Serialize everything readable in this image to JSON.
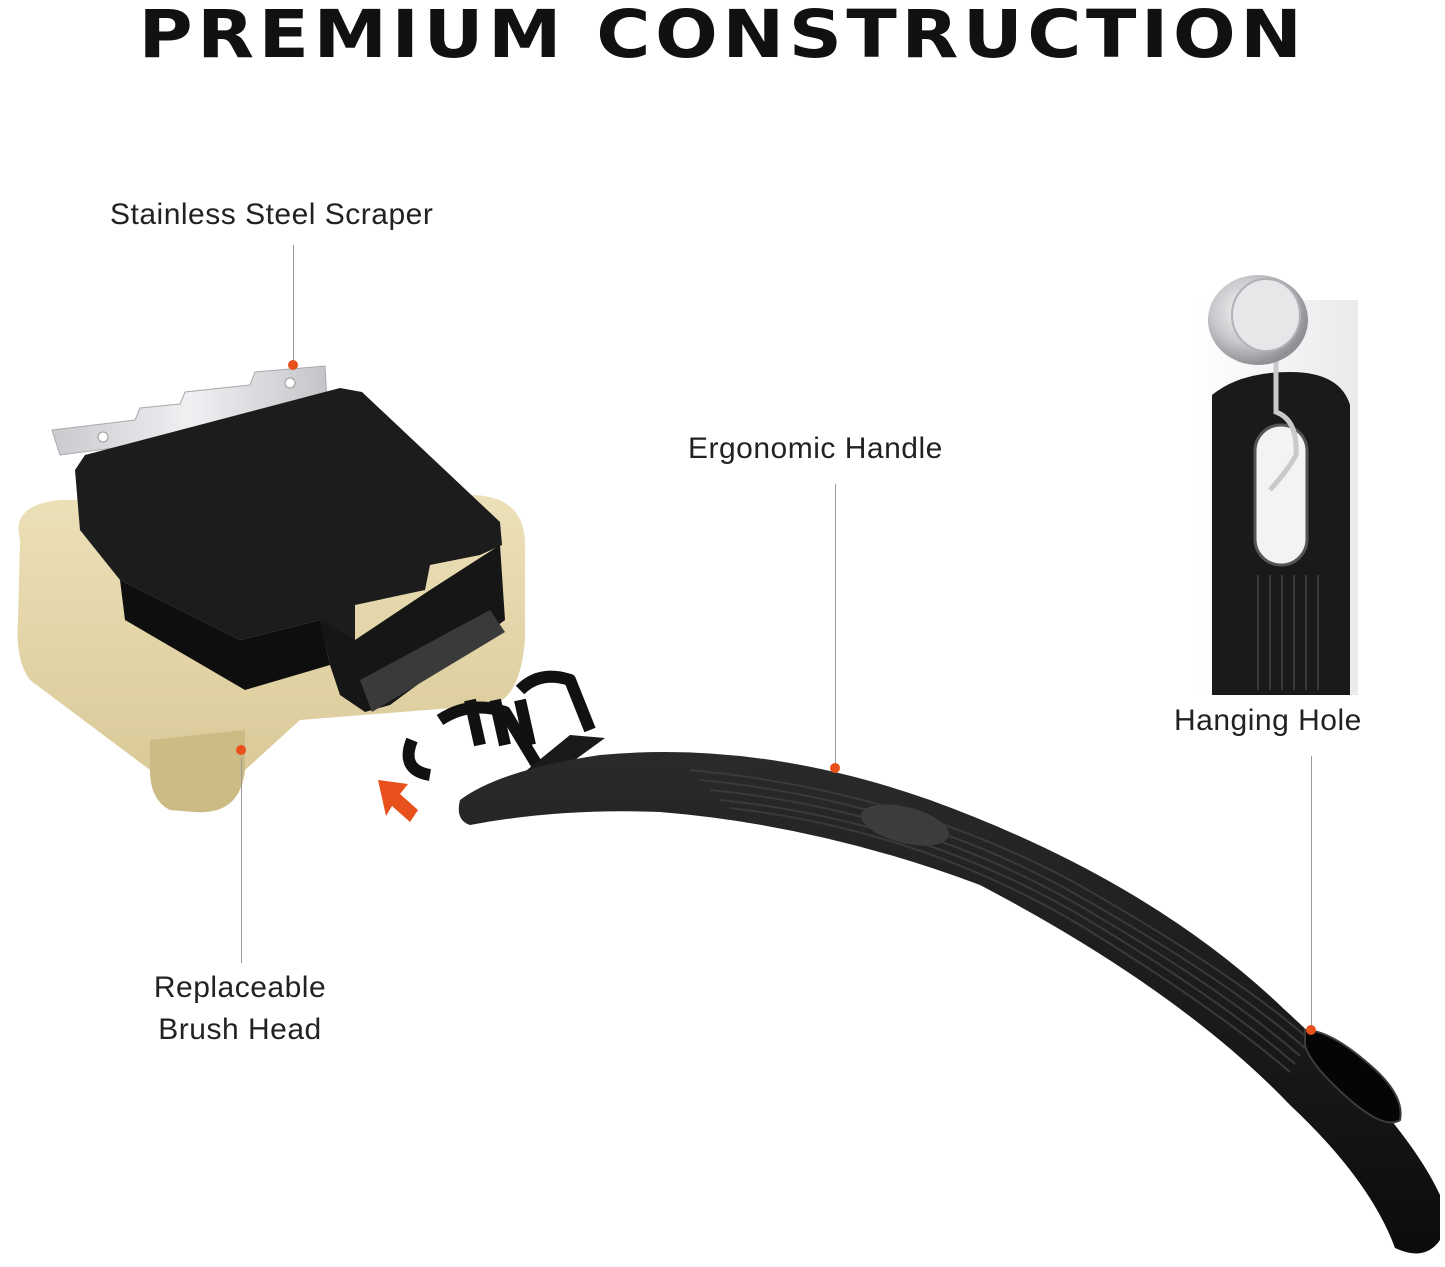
{
  "title": "PREMIUM CONSTRUCTION",
  "labels": {
    "scraper": "Stainless Steel Scraper",
    "handle": "Ergonomic Handle",
    "hanging_hole": "Hanging Hole",
    "brush_head_line1": "Replaceable",
    "brush_head_line2": "Brush Head"
  },
  "colors": {
    "accent": "#e8501c",
    "product_black": "#151515",
    "brush_beige": "#e3d5a8",
    "steel": "#d9dadc",
    "line": "#9a9a9a"
  },
  "icons": [
    "arrow-icon"
  ]
}
